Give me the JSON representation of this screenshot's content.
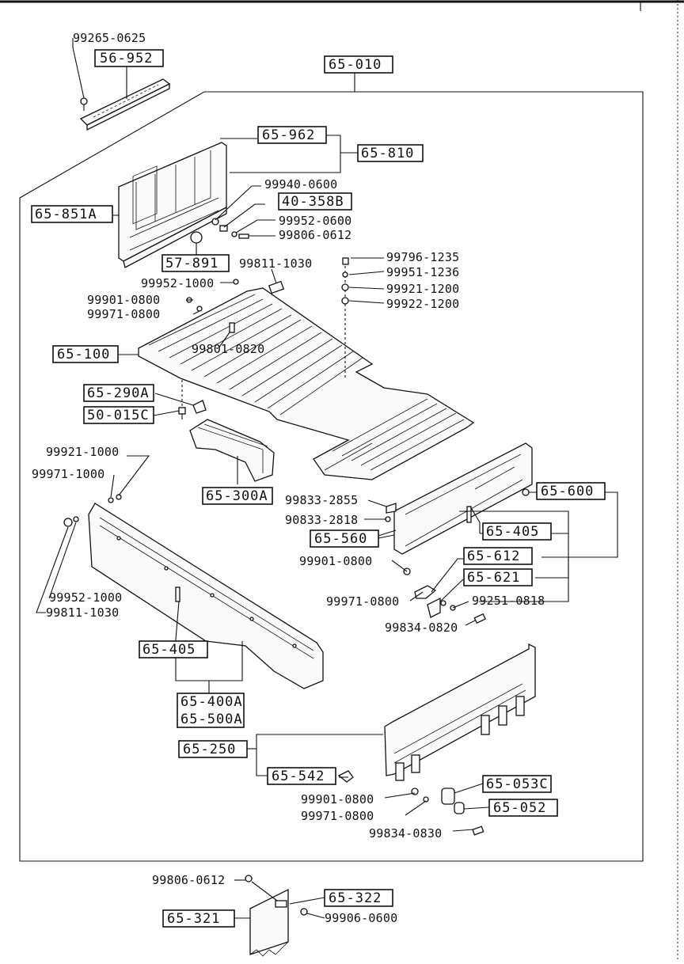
{
  "diagram": {
    "boxed_part_numbers": {
      "p56_952": "56-952",
      "p65_010": "65-010",
      "p65_962": "65-962",
      "p65_810": "65-810",
      "p40_358B": "40-358B",
      "p65_851A": "65-851A",
      "p57_891": "57-891",
      "p65_100": "65-100",
      "p65_290A": "65-290A",
      "p50_015C": "50-015C",
      "p65_300A": "65-300A",
      "p65_600": "65-600",
      "p65_560": "65-560",
      "p65_405_right": "65-405",
      "p65_612": "65-612",
      "p65_621": "65-621",
      "p65_405_left": "65-405",
      "p65_400A": "65-400A",
      "p65_500A": "65-500A",
      "p65_250": "65-250",
      "p65_542": "65-542",
      "p65_053C": "65-053C",
      "p65_052": "65-052",
      "p65_322": "65-322",
      "p65_321": "65-321"
    },
    "hardware_part_numbers": {
      "h99265_0625": "99265-0625",
      "h99940_0600": "99940-0600",
      "h99952_0600": "99952-0600",
      "h99806_0612_top": "99806-0612",
      "h99811_1030_top": "99811-1030",
      "h99952_1000_top": "99952-1000",
      "h99901_0800_top": "99901-0800",
      "h99971_0800_top": "99971-0800",
      "h99801_0820": "99801-0820",
      "h99796_1235": "99796-1235",
      "h99951_1236": "99951-1236",
      "h99921_1200": "99921-1200",
      "h99922_1200": "99922-1200",
      "h99921_1000": "99921-1000",
      "h99971_1000": "99971-1000",
      "h99952_1000_left": "99952-1000",
      "h99811_1030_left": "99811-1030",
      "h99833_2855": "99833-2855",
      "h90833_2818": "90833-2818",
      "h99901_0800_mid": "99901-0800",
      "h99971_0800_mid": "99971-0800",
      "h99251_0818": "99251-0818",
      "h99834_0820": "99834-0820",
      "h99901_0800_low": "99901-0800",
      "h99971_0800_low": "99971-0800",
      "h99834_0830": "99834-0830",
      "h99806_0612_bottom": "99806-0612",
      "h99906_0600": "99906-0600"
    }
  }
}
